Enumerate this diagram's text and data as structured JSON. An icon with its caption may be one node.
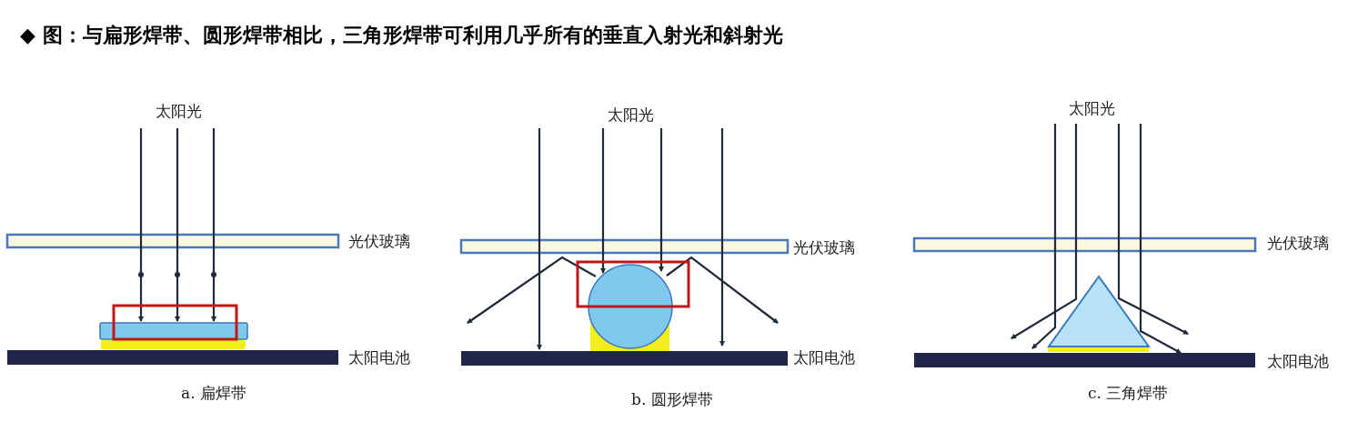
{
  "diagram": {
    "title": "◆ 图：与扁形焊带、圆形焊带相比，三角形焊带可利用几乎所有的垂直入射光和斜射光",
    "labels": [
      "太阳光",
      "光伏玻璃",
      "太阳电池",
      "a. 扁焊带",
      "太阳光",
      "光伏玻璃",
      "太阳电池",
      "b. 圆形焊带",
      "太阳光",
      "光伏玻璃",
      "太阳电池",
      "c. 三角焊带"
    ]
  }
}
